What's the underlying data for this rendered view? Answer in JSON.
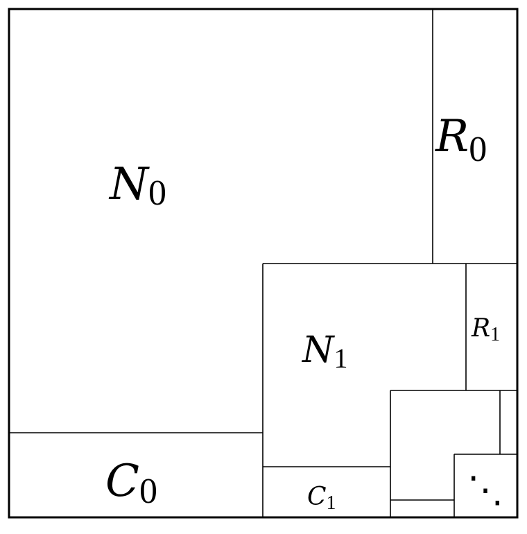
{
  "colors": {
    "stroke": "#000000",
    "background": "#ffffff"
  },
  "regions": {
    "n0": {
      "symbol": "N",
      "index": "0"
    },
    "r0": {
      "symbol": "R",
      "index": "0"
    },
    "c0": {
      "symbol": "C",
      "index": "0"
    },
    "n1": {
      "symbol": "N",
      "index": "1"
    },
    "r1": {
      "symbol": "R",
      "index": "1"
    },
    "c1": {
      "symbol": "C",
      "index": "1"
    }
  },
  "continuation": "⋱"
}
